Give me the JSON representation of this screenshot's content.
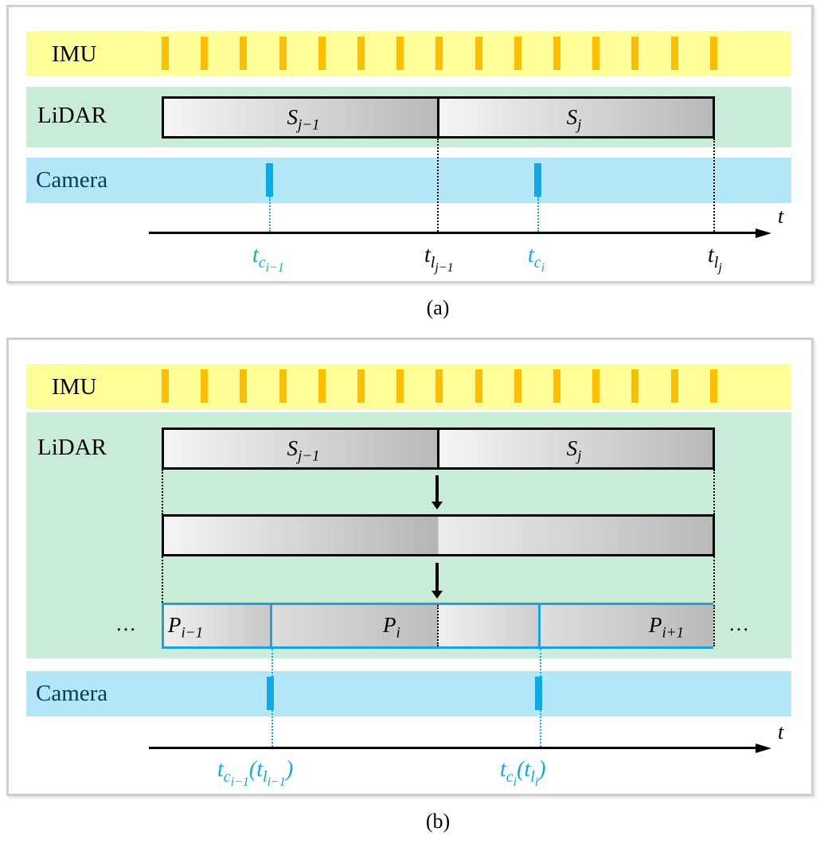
{
  "panel_a": {
    "imu_label": "IMU",
    "lidar_label": "LiDAR",
    "camera_label": "Camera",
    "seg_prev": {
      "base": "S",
      "sub": "j−1"
    },
    "seg_curr": {
      "base": "S",
      "sub": "j"
    },
    "axis_label": "t",
    "times": [
      {
        "base": "t",
        "sub": "c",
        "subsub": "i−1",
        "color": "blue"
      },
      {
        "base": "t",
        "sub": "l",
        "subsub": "j−1",
        "color": "black"
      },
      {
        "base": "t",
        "sub": "c",
        "subsub": "i",
        "color": "blue"
      },
      {
        "base": "t",
        "sub": "l",
        "subsub": "j",
        "color": "black"
      }
    ],
    "caption": "(a)"
  },
  "panel_b": {
    "imu_label": "IMU",
    "lidar_label": "LiDAR",
    "camera_label": "Camera",
    "seg_prev": {
      "base": "S",
      "sub": "j−1"
    },
    "seg_curr": {
      "base": "S",
      "sub": "j"
    },
    "p_prev": {
      "base": "P",
      "sub": "i−1"
    },
    "p_curr": {
      "base": "P",
      "sub": "i"
    },
    "p_next": {
      "base": "P",
      "sub": "i+1"
    },
    "ellipsis": "…",
    "axis_label": "t",
    "time_prev": "t_{c_{i−1}}(t_{l_{i−1}})",
    "time_curr": "t_{c_i}(t_{l_i})",
    "caption": "(b)"
  },
  "colors": {
    "imu_band": "#ffff99",
    "imu_tick": "#ffbf00",
    "lidar_band": "#c9ecd9",
    "camera_band": "#b3e6f7",
    "camera_tick": "#0fa9e6"
  }
}
